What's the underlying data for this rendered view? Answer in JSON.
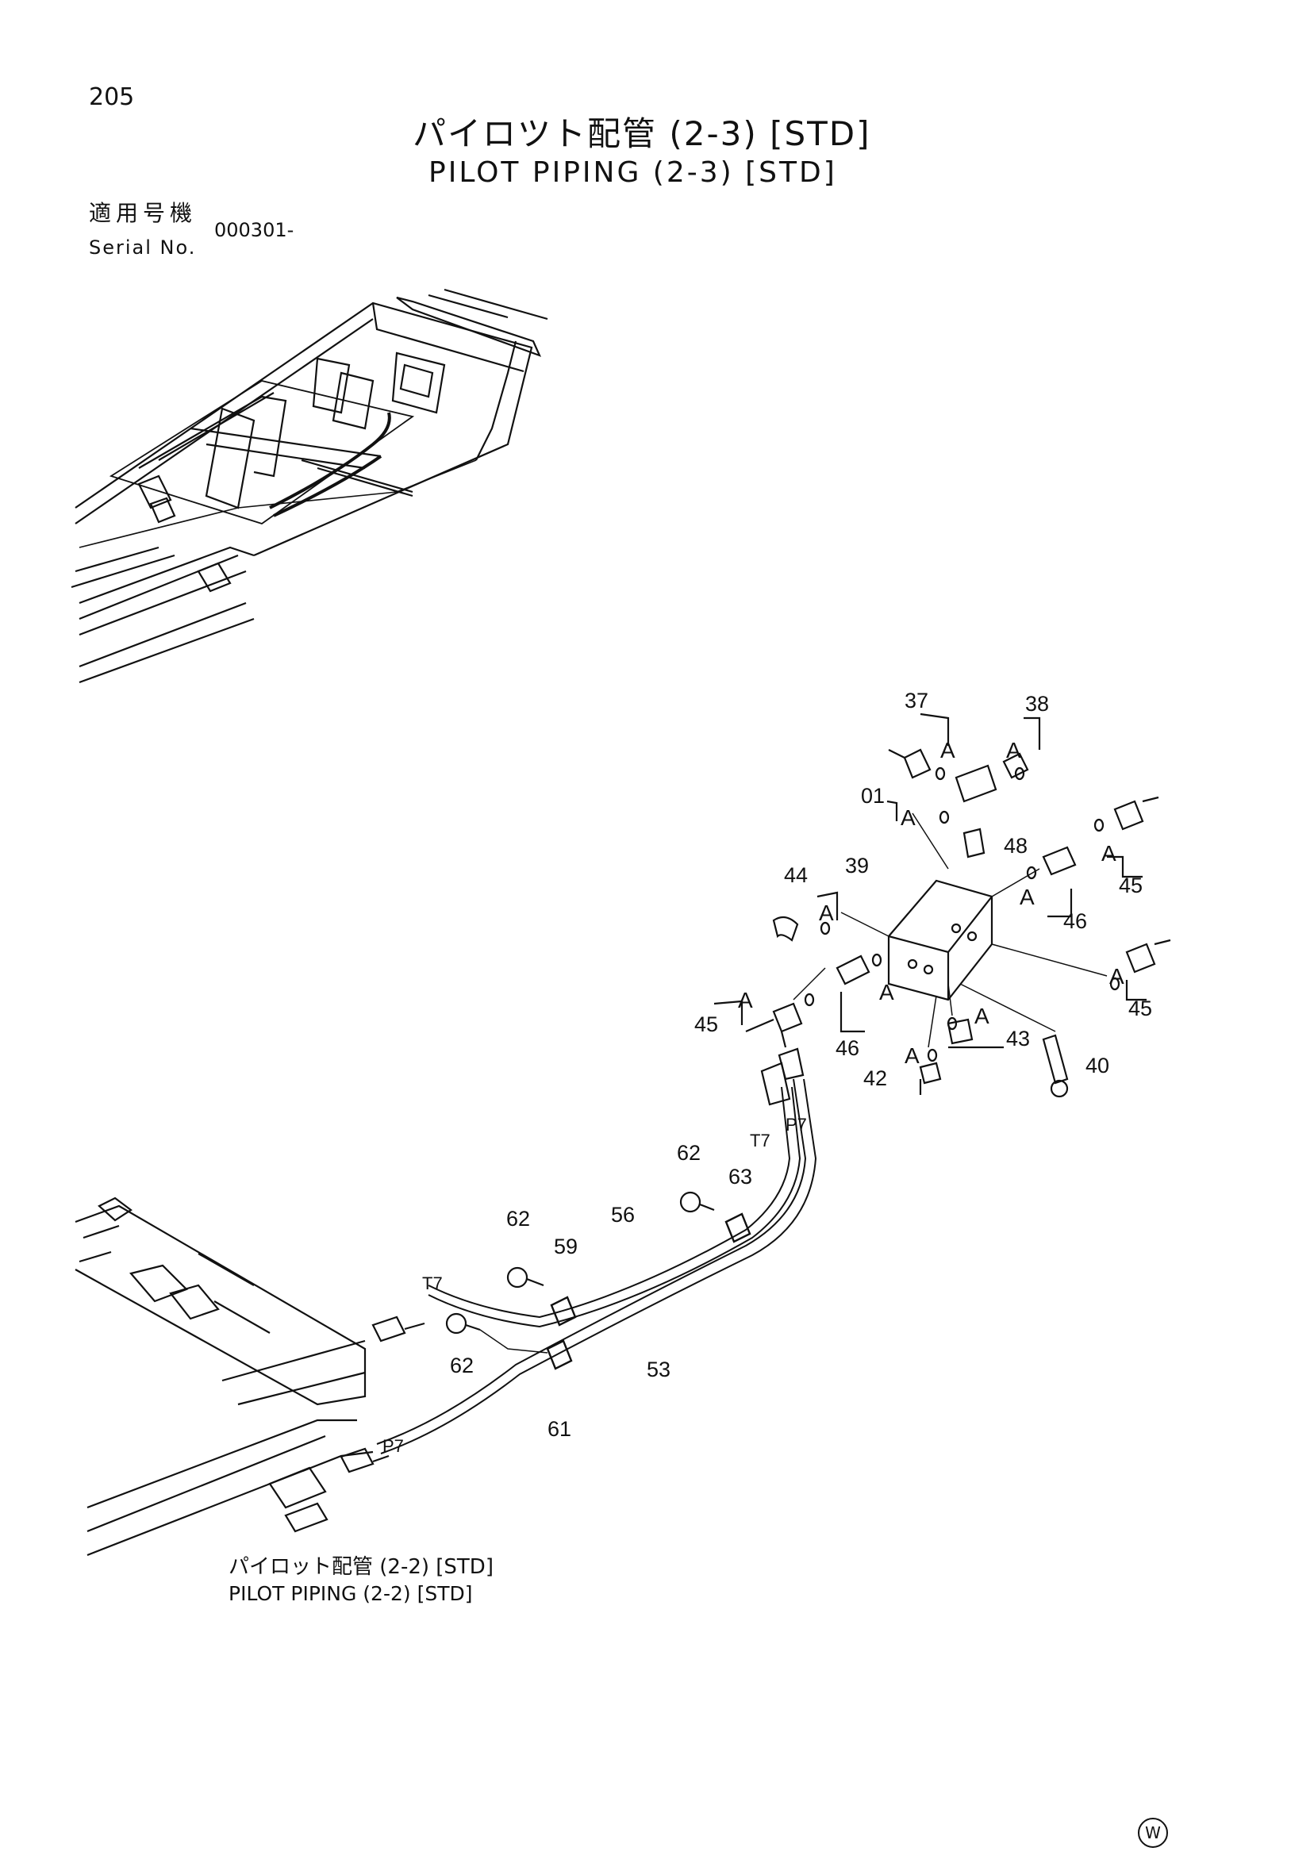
{
  "header": {
    "page_number": "205",
    "title_jp": "パイロツト配管 (2-3) [STD]",
    "title_en": "PILOT PIPING (2-3) [STD]",
    "serial_label_jp": "適用号機",
    "serial_label_en": "Serial No.",
    "serial_value": "000301-"
  },
  "callouts": {
    "c37": "37",
    "c38": "38",
    "c01": "01",
    "c48": "48",
    "c39": "39",
    "c44": "44",
    "c45a": "45",
    "c45b": "45",
    "c45c": "45",
    "c46a": "46",
    "c46b": "46",
    "c43": "43",
    "c42": "42",
    "c40": "40",
    "c62a": "62",
    "c62b": "62",
    "c62c": "62",
    "c63": "63",
    "c56": "56",
    "c59": "59",
    "c53": "53",
    "c61": "61"
  },
  "markers": {
    "a": "A"
  },
  "port_labels": {
    "t7": "T7",
    "p7": "P7"
  },
  "cross_reference": {
    "jp": "パイロット配管 (2-2) [STD]",
    "en": "PILOT PIPING (2-2) [STD]"
  },
  "watermark": "W"
}
